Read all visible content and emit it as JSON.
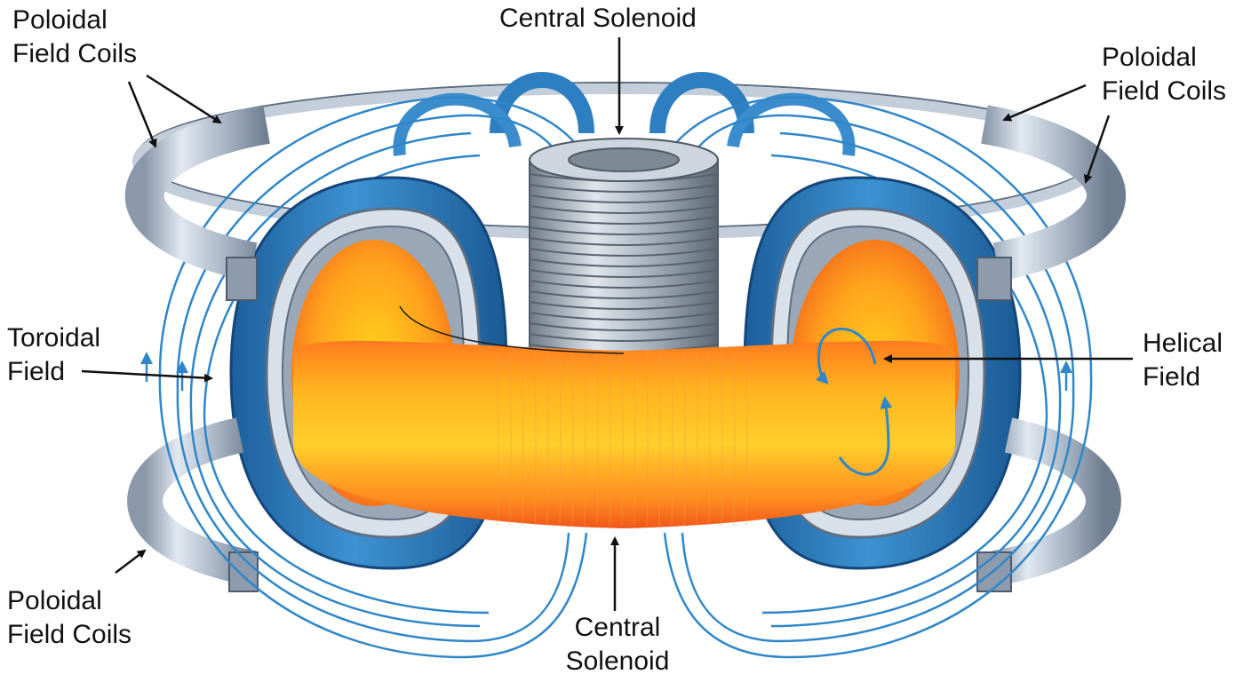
{
  "labels": {
    "poloidal_top_left": [
      "Poloidal",
      "Field Coils"
    ],
    "central_solenoid_top": "Central Solenoid",
    "poloidal_top_right": [
      "Poloidal",
      "Field Coils"
    ],
    "toroidal_field": [
      "Toroidal",
      "Field"
    ],
    "helical_field": [
      "Helical",
      "Field"
    ],
    "poloidal_bottom_left": [
      "Poloidal",
      "Field Coils"
    ],
    "central_solenoid_bottom": [
      "Central",
      "Solenoid"
    ]
  },
  "colors": {
    "field_line": "#2f86c8",
    "toroidal_coil": "#2b7cc0",
    "coil_metal": "#b9c6d6",
    "plasma_core": "#ffd21a",
    "plasma_edge": "#ff6a1e",
    "solenoid": "#a9b3be"
  }
}
